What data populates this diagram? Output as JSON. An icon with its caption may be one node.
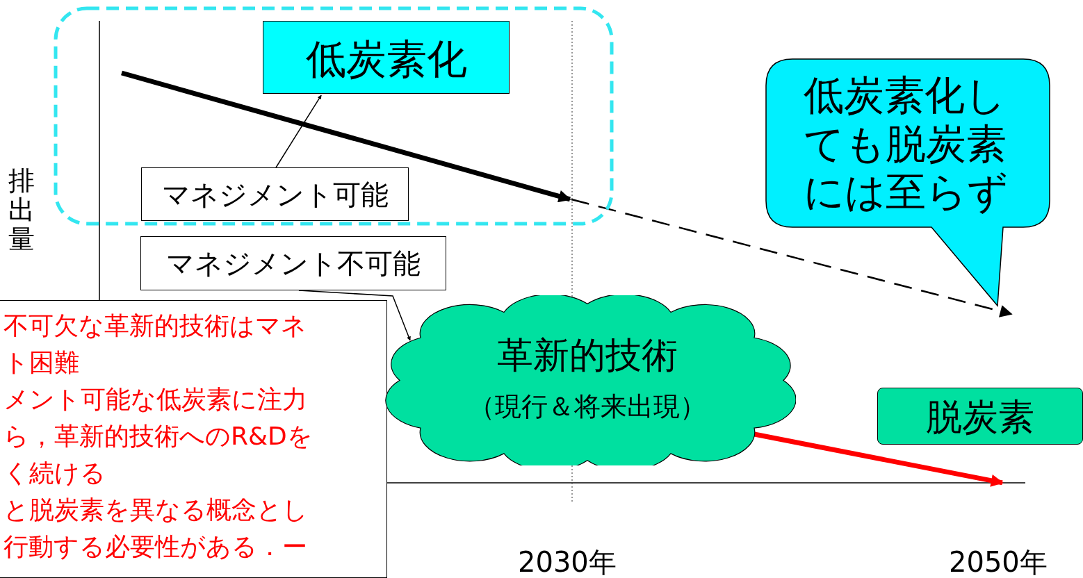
{
  "diagram": {
    "nodes": [
      {
        "text": [],
        "shape": "box"
      },
      {
        "text": [
          "低炭素化"
        ],
        "in": 0
      },
      {
        "text": [
          "マネジメント可能"
        ],
        "in": 0
      },
      {
        "text": [
          "マネジメント不可能"
        ]
      },
      {
        "text": [
          "不可欠な革新的技術はマネ",
          "ト困難",
          "メント可能な低炭素に注力",
          "ら，革新的技術へのR&Dを",
          "く続ける",
          "と脱炭素を異なる概念とし",
          "行動する必要性がある．ー"
        ]
      },
      {
        "text": [
          "革新的技術",
          "（現行＆将来出現）"
        ]
      },
      {
        "text": [
          "低炭素化しても脱炭素には至らず"
        ]
      },
      {
        "text": [
          "脱炭素"
        ]
      }
    ],
    "edges": [
      {
        "from": 2,
        "to": 1,
        "arrow": "to"
      },
      {
        "from": 3,
        "to": 5,
        "arrow": "to"
      },
      {
        "from": 5,
        "to": 7,
        "arrow": "to",
        "style": "thick",
        "color": "#ff0000"
      },
      {
        "from": null,
        "to": 0,
        "arrow": "to",
        "style": "thick"
      },
      {
        "from": null,
        "to": 6,
        "arrow": "to",
        "style": "dashed"
      }
    ],
    "labels": [
      "排出量",
      "2030年",
      "2050年"
    ]
  }
}
